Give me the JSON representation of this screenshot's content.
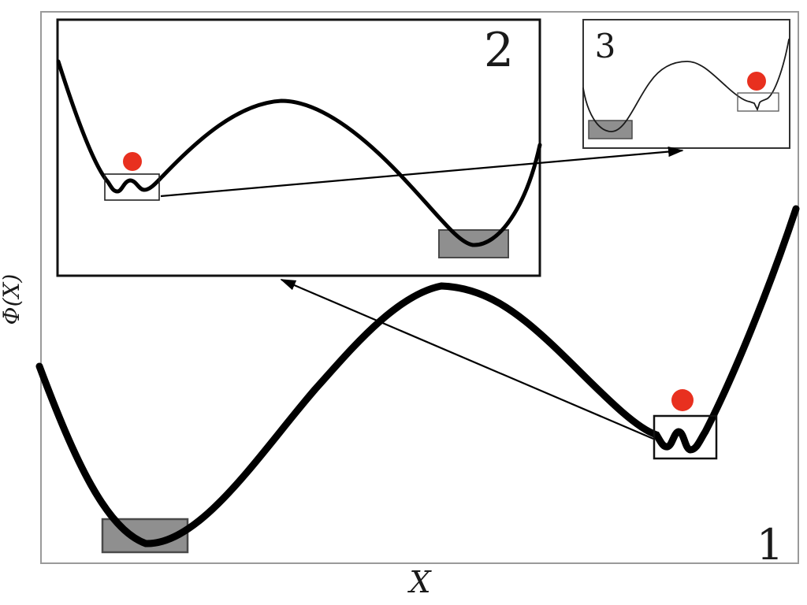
{
  "figure": {
    "axis": {
      "ylabel": "Φ(X)",
      "xlabel": "X"
    },
    "panels": {
      "main": {
        "label": "1"
      },
      "inset2": {
        "label": "2"
      },
      "inset3": {
        "label": "3"
      }
    },
    "colors": {
      "curve": "#000000",
      "particle_red": "#e8301f",
      "region_fill": "#8f8f8f",
      "region_stroke": "#4a4a4a",
      "frame_gray": "#9a9a9a",
      "inset_border": "#111111"
    }
  }
}
